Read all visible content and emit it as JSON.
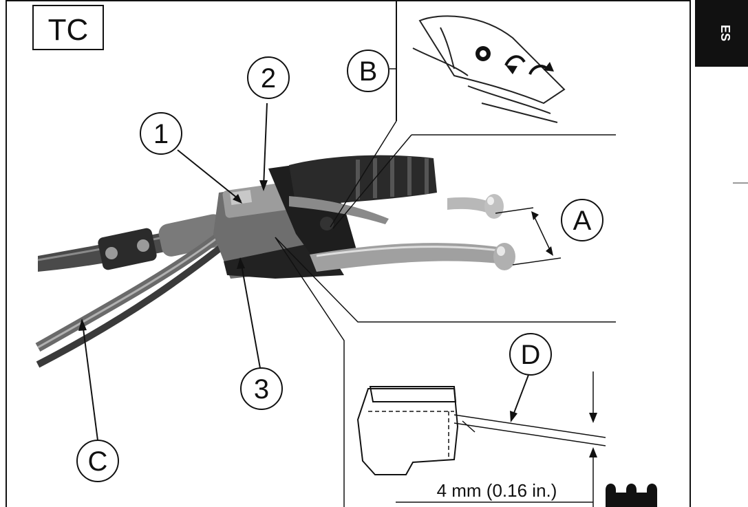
{
  "tab_label": "ES",
  "model_label": "TC",
  "callouts": {
    "c1": "1",
    "c2": "2",
    "c3": "3",
    "cA": "A",
    "cB": "B",
    "cC": "C",
    "cD": "D"
  },
  "measurement": "4 mm (0.16 in.)",
  "colors": {
    "ink": "#111111",
    "tab_bg": "#111111",
    "photo_bg": "#ffffff"
  }
}
